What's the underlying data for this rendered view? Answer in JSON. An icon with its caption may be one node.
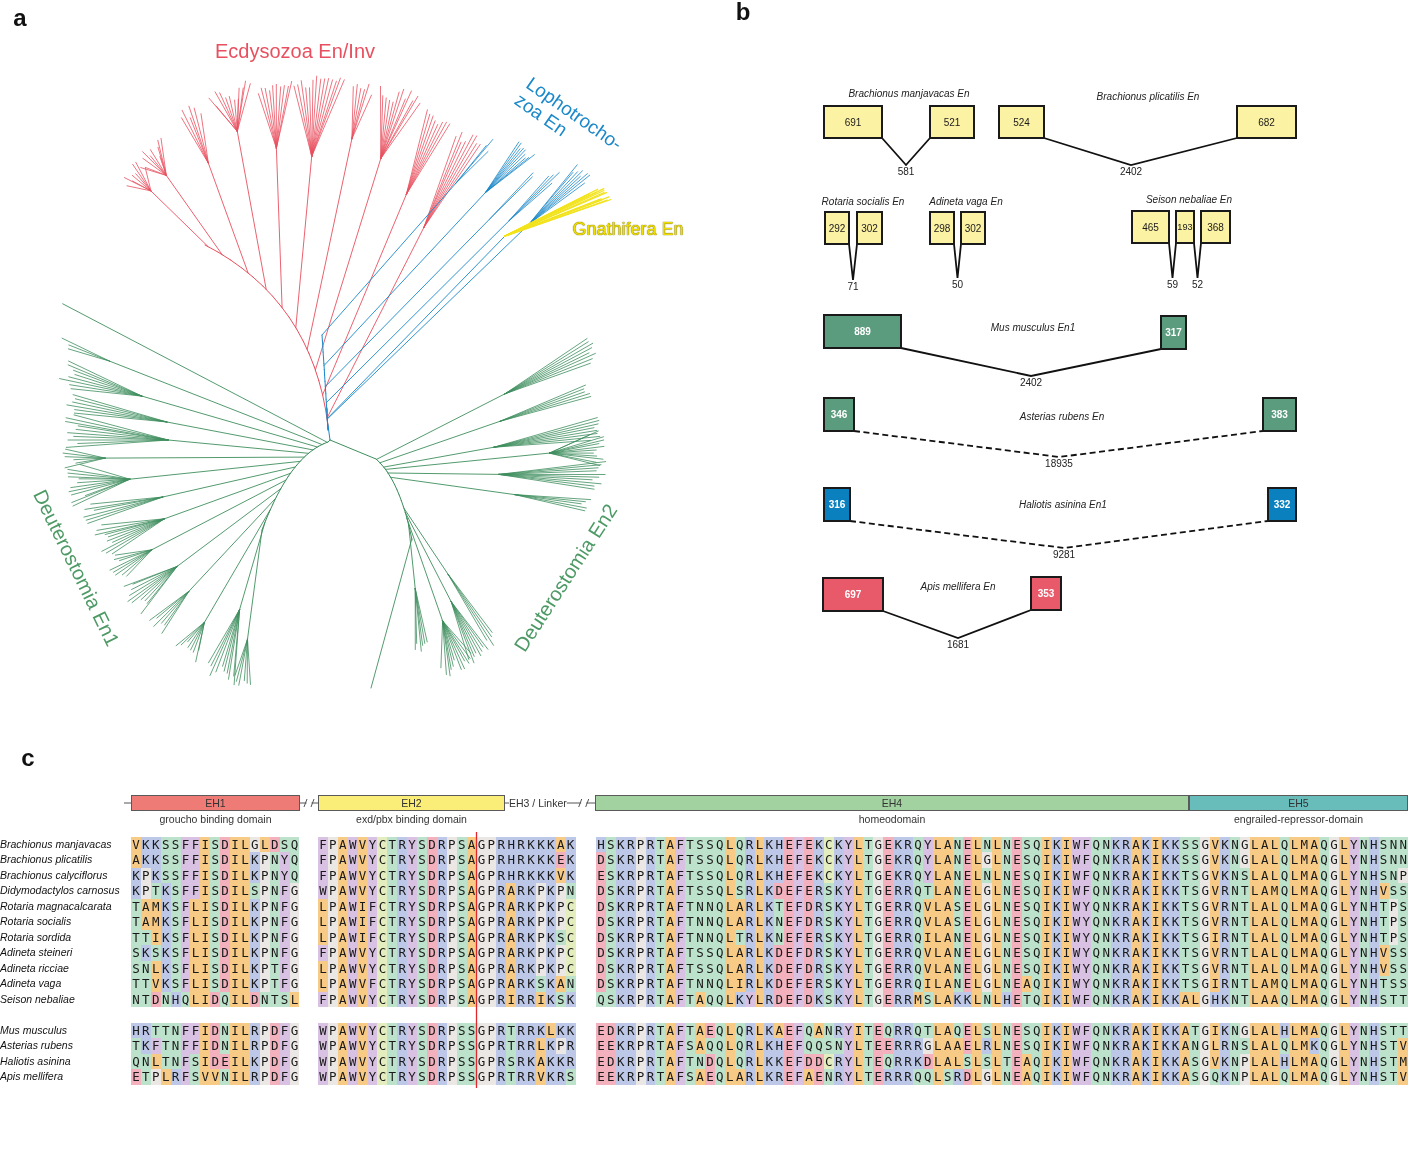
{
  "diagram": {
    "nodes": [
      {
        "text": [
          "691"
        ]
      },
      {
        "text": [
          "521"
        ]
      },
      {
        "text": [
          "524"
        ]
      },
      {
        "text": [
          "682"
        ]
      },
      {
        "text": [
          "292"
        ]
      },
      {
        "text": [
          "302"
        ]
      },
      {
        "text": [
          "298"
        ]
      },
      {
        "text": [
          "302"
        ]
      },
      {
        "text": [
          "465"
        ]
      },
      {
        "text": [
          "193"
        ]
      },
      {
        "text": [
          "368"
        ]
      },
      {
        "text": [
          "889"
        ]
      },
      {
        "text": [
          "317"
        ]
      },
      {
        "text": [
          "346"
        ]
      },
      {
        "text": [
          "383"
        ]
      },
      {
        "text": [
          "316"
        ]
      },
      {
        "text": [
          "332"
        ]
      },
      {
        "text": [
          "697"
        ]
      },
      {
        "text": [
          "353"
        ]
      },
      {
        "text": [
          "EH1"
        ],
        "beside": [
          "groucho binding domain"
        ]
      },
      {
        "text": [
          "EH2"
        ],
        "beside": [
          "exd/pbx binding domain"
        ]
      },
      {
        "text": [
          "EH3 / Linker"
        ]
      },
      {
        "text": [
          "EH4"
        ],
        "beside": [
          "homeodomain"
        ]
      },
      {
        "text": [
          "EH5"
        ],
        "beside": [
          "engrailed-repressor-domain"
        ]
      }
    ],
    "edges": [
      {
        "from": 0,
        "to": 1,
        "arrow": "none",
        "label": "581"
      },
      {
        "from": 2,
        "to": 3,
        "arrow": "none",
        "label": "2402"
      },
      {
        "from": 4,
        "to": 5,
        "arrow": "none",
        "label": "71"
      },
      {
        "from": 6,
        "to": 7,
        "arrow": "none",
        "label": "50"
      },
      {
        "from": 8,
        "to": 9,
        "arrow": "none",
        "label": "59"
      },
      {
        "from": 9,
        "to": 10,
        "arrow": "none",
        "label": "52"
      },
      {
        "from": 11,
        "to": 12,
        "arrow": "none",
        "label": "2402"
      },
      {
        "from": 13,
        "to": 14,
        "arrow": "none",
        "label": "18935",
        "style": "dashed"
      },
      {
        "from": 15,
        "to": 16,
        "arrow": "none",
        "label": "9281",
        "style": "dashed"
      },
      {
        "from": 17,
        "to": 18,
        "arrow": "none",
        "label": "1681"
      },
      {
        "from": null,
        "to": 19,
        "arrow": "none"
      },
      {
        "from": 19,
        "to": 20,
        "arrow": "none"
      },
      {
        "from": 20,
        "to": 21,
        "arrow": "none"
      },
      {
        "from": 21,
        "to": 22,
        "arrow": "none"
      }
    ],
    "labels": [
      "a",
      "Ecdysozoa En/Inv",
      "Lophotrocho- zoa En",
      "Gnathifera En",
      "Deuterostomia En1",
      "Deuterostomia En2",
      "b",
      "Brachionus manjavacas En",
      "Brachionus plicatilis En",
      "Rotaria socialis En",
      "Adineta vaga En",
      "Seison nebaliae En",
      "Mus musculus En1",
      "Asterias rubens En",
      "Haliotis asinina En1",
      "Apis mellifera En",
      "c",
      "Brachionus manjavacas",
      "VKKSSFFISDILGLDSQ",
      "FPAWVYCTRYSDRPSAGPRHRKKKAK",
      "HSKRPRTAFTSSQLQRLKHEFEKCKYLTGEKRQYLANELNLNESQIKIWFQNKRAKIKKSSGVKNGLALQLMAQGLYNHSNN",
      "Brachionus plicatilis",
      "AKKSSFFISDILKPNYQ",
      "FPAWVYCTRYSDRPSAGPRHRKKKEK",
      "DSKRPRTAFTSSQLQRLKHEFEKCKYLTGEKRQYLANELGLNESQIKIWFQNKRAKIKKSSGVKNGLALQLMAQGLYNHSNN",
      "Brachionus calyciflorus",
      "KPKSSFFISDILKPNYQ",
      "FPAWVYCTRYSDRPSAGPRHRKKKVK",
      "ESKRPRTAFTSSQLQRLKHEFEKCKYLTGEKRQYLANELNLNESQIKIWFQNKRAKIKKTSGVKNSLALQLMAQGLYNHSNP",
      "Didymodactylos carnosus",
      "KPTKSFFISDILSPNFG",
      "WPAWVYCTRYSDRPSAGPRARKPKPN",
      "DSKRPRTAFTSSQLSRLKDEFERSKYLTGERRQTLANELGLNESQIKIWFQNKRAKIKKTSGVRNTLAMQLMAQGLYNHVSS",
      "Rotaria magnacalcarata",
      "TAMKSFLISDILKPNFG",
      "LPAWIFCTRYSDRPSAGPRARKPKPC",
      "DSKRPRTAFTNNQLARLKTEFDRSKYLTGERRQVLASELGLNESQIKIWYQNKRAKIKKTSGVRNTLALQLMAQGLYNHTPS",
      "Rotaria socialis",
      "TAMKSFLISDILKPNFG",
      "LPAWIFCTRYSDRPSAGPRARKPKPC",
      "DSKRPRTAFTNNQLARLKNEFDRSKYLTGERRQVLASELGLNESQIKIWYQNKRAKIKKTSGVRNTLALQLMAQGLYNHTPS",
      "Rotaria sordida",
      "TTIKSFLISDILKPNFG",
      "LPAWIFCTRYSDRPSAGPRARKPKSC",
      "DSKRPRTAFTNNQLTRLKNEFERSKYLTGERRQILANELGLNESQIKIWYQNKRAKIKKTSGIRNTLALQLMAQGLYNHTPS",
      "Adineta steineri",
      "SKSKSFLISDILKPNFG",
      "FPAWVYCTRYSDRPSAGPRARKPKPC",
      "DSKRPRTAFTSSQLARLKDEFDRSKYLTGERRQVLANELGLNESQIKIWYQNKRAKIKKTSGVRNTLALQLMAQGLYNHVSS",
      "Adineta ricciae",
      "SNLKSFLISDILKPTFG",
      "LPAWVYCTRYSDRPSAGPRARKPKPC",
      "DSKRPRTAFTSSQLARLKDEFDRSKYLTGERRQVLANELGLNESQIKIWYQNKRAKIKKTSGVRNTLALQLMAQGLYNHVSS",
      "Adineta vaga",
      "TTVKSFLISDILKPTFG",
      "LPAWVFCTRYSDRPSAGPRARKSKAN",
      "DSKRPRTAFTNNQLIRLKDEFERSKYLTGERRQILANELGLNEAQIKIWYQNKRAKIKKTSGIRNTLAMQLMAQGLYNHTSS",
      "Seison nebaliae",
      "NTDNHQLIDQILDNTSL",
      "FPAWVYCTRYSDRPSAGPRIRRIKSK",
      "QSKRPRTAFTAQQLKYLRDEFDKSKYLTGERRMSLAKKLNLHETQIKIWFQNKRAKIKKALGHKNTLAAQLMAQGLYNHSTT",
      "Mus musculus",
      "HRTTNFFIDNILRPDFG",
      "WPAWVYCTRYSDRPSSGPRTRRKLKK",
      "EDKRPRTAFTAEQLQRLKAEFQANRYITEQRRQTLAQELSLNESQIKIWFQNKRAKIKKATGIKNGLALHLMAQGLYNHSTT",
      "Asterias rubens",
      "TKFTNFFIDNILRPDFG",
      "WPAWVYCTRYSDRPSSGPRTRRLKPR",
      "EEKRPRTAFSAQQLQRLKHEFQQSNYLTEERRRGLAAELRLNESQIKIWFQNKRAKIKKANGLRNSLALQLMKQGLYNHSTV",
      "Haliotis asinina",
      "QNLTNFSIDEILKPDFG",
      "WPAWVYCTRYSDRPSSGPRSRKAKKR",
      "EDKRPRTAFTNDQLQRLKKEFDDCRYLTEQRRKDLALSLSLTEAQIKIWFQNKRAKIKKASGVKNPLALHLMAQGLYNHSTM",
      "Apis mellifera",
      "ETPLRFSVVNILRPDFG",
      "WPAWVYCTRYSDRPSSGPRTRRVKRS",
      "EEKRPRTAFSAEQLARLKREFAENRYLTERRRQQLSRDLGLNEAQIKIWFQNKRAKIKKASGQKNPLALQLMAQGLYNHSTV"
    ]
  }
}
